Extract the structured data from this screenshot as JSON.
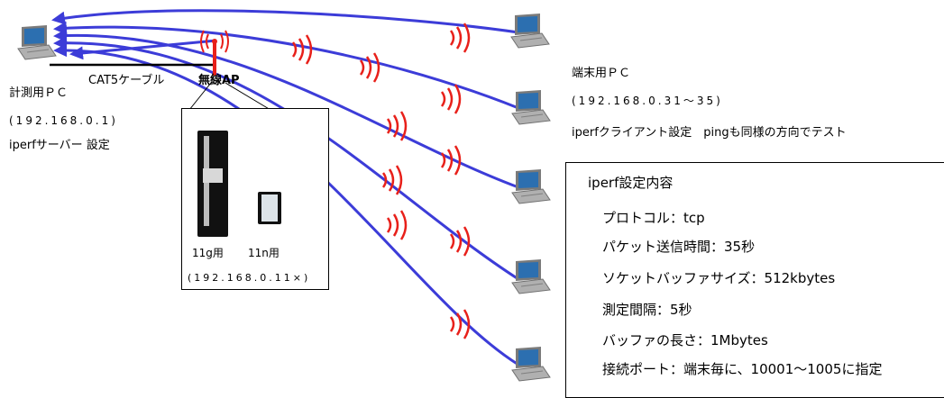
{
  "server": {
    "name": "計測用ＰＣ",
    "ip": "(192.168.0.1)",
    "role": "iperfサーバー 設定"
  },
  "cable_label": "CAT5ケーブル",
  "ap_label": "無線AP",
  "ap_inset": {
    "label_11g": "11g用",
    "label_11n": "11n用",
    "ip": "(192.168.0.11×)"
  },
  "terminals": {
    "name": "端末用ＰＣ",
    "ip": "(192.168.0.31～35)",
    "role": "iperfクライアント設定　pingも同様の方向でテスト"
  },
  "settings": {
    "title": "iperf設定内容",
    "items": [
      "プロトコル：tcp",
      "パケット送信時間：35秒",
      "ソケットバッファサイズ：512kbytes",
      "測定間隔：5秒",
      "バッファの長さ：1Mbytes",
      "接続ポート：端末毎に、10001～1005に指定"
    ]
  },
  "colors": {
    "link": "#3c3cd8",
    "wave": "#e8201a",
    "laptop_screen": "#2c6fb0",
    "laptop_body": "#9a9a9a"
  }
}
